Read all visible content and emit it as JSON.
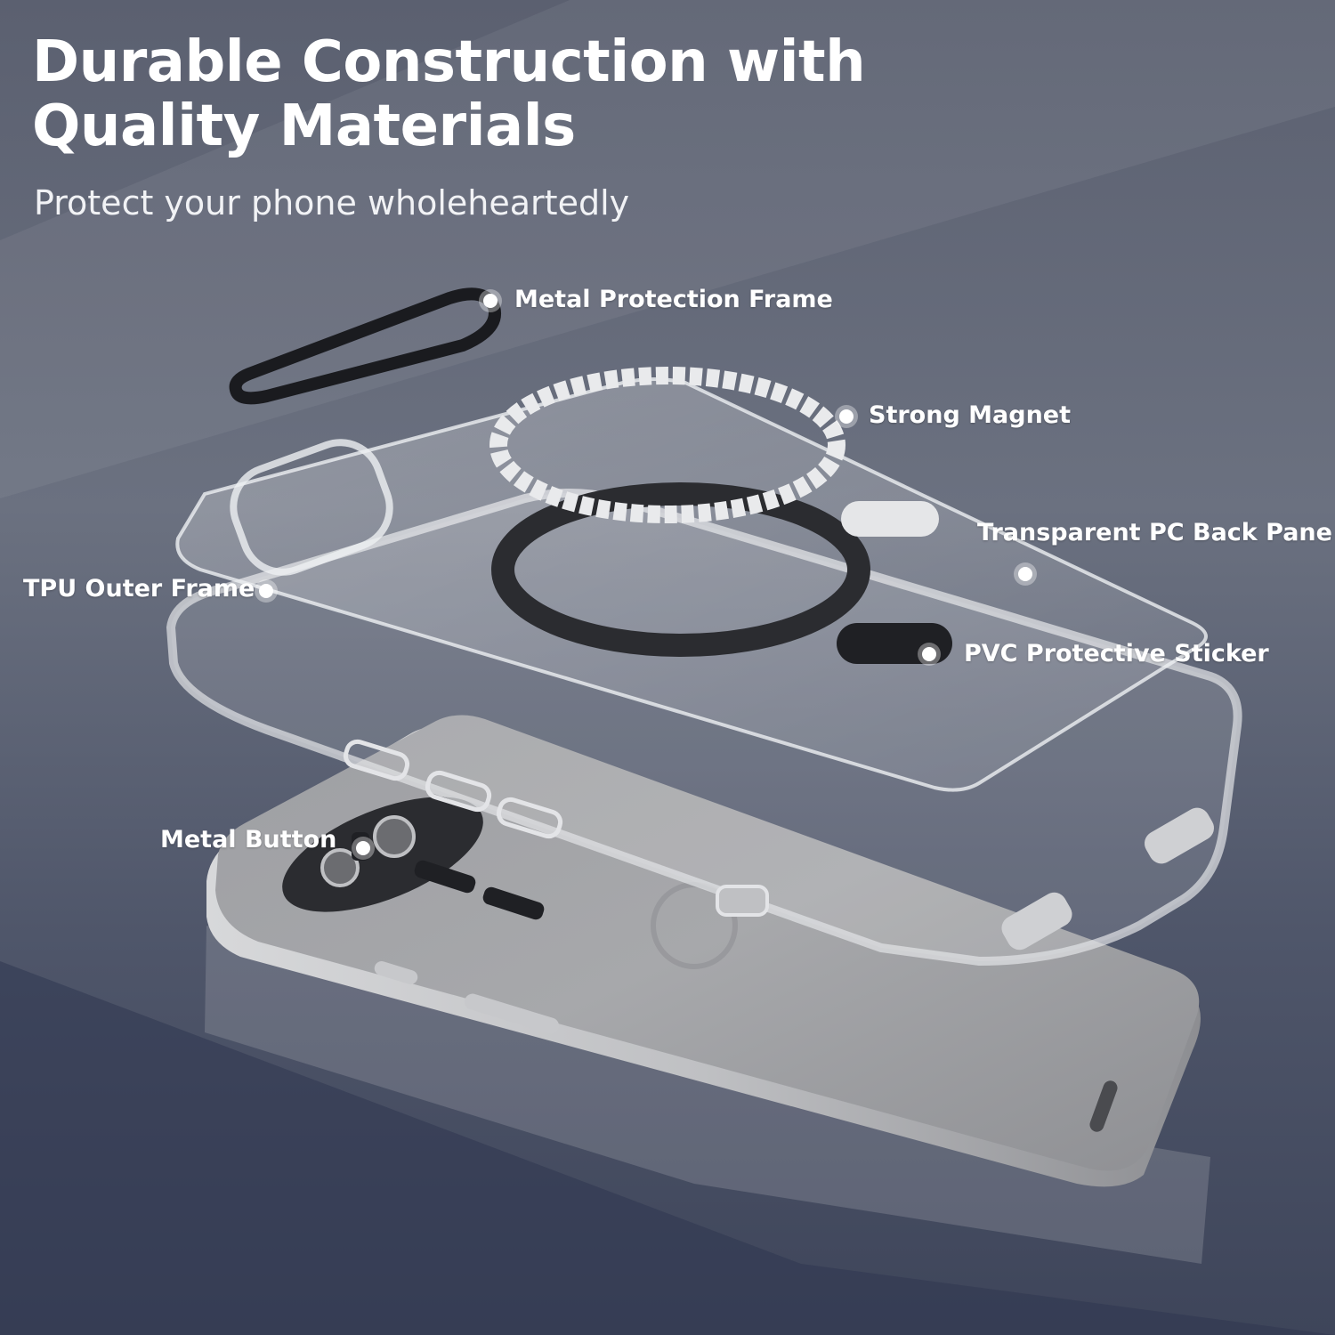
{
  "headline": "Durable Construction with Quality Materials",
  "subheadline": "Protect your phone wholeheartedly",
  "callouts": {
    "metal_frame": "Metal Protection Frame",
    "magnet": "Strong Magnet",
    "back_pane": "Transparent PC Back Pane",
    "tpu_frame": "TPU Outer Frame",
    "pvc_sticker": "PVC Protective Sticker",
    "metal_button": "Metal Button"
  },
  "colors": {
    "background": "#5b6070",
    "text": "#ffffff",
    "phone_body": "#a9aaac"
  }
}
